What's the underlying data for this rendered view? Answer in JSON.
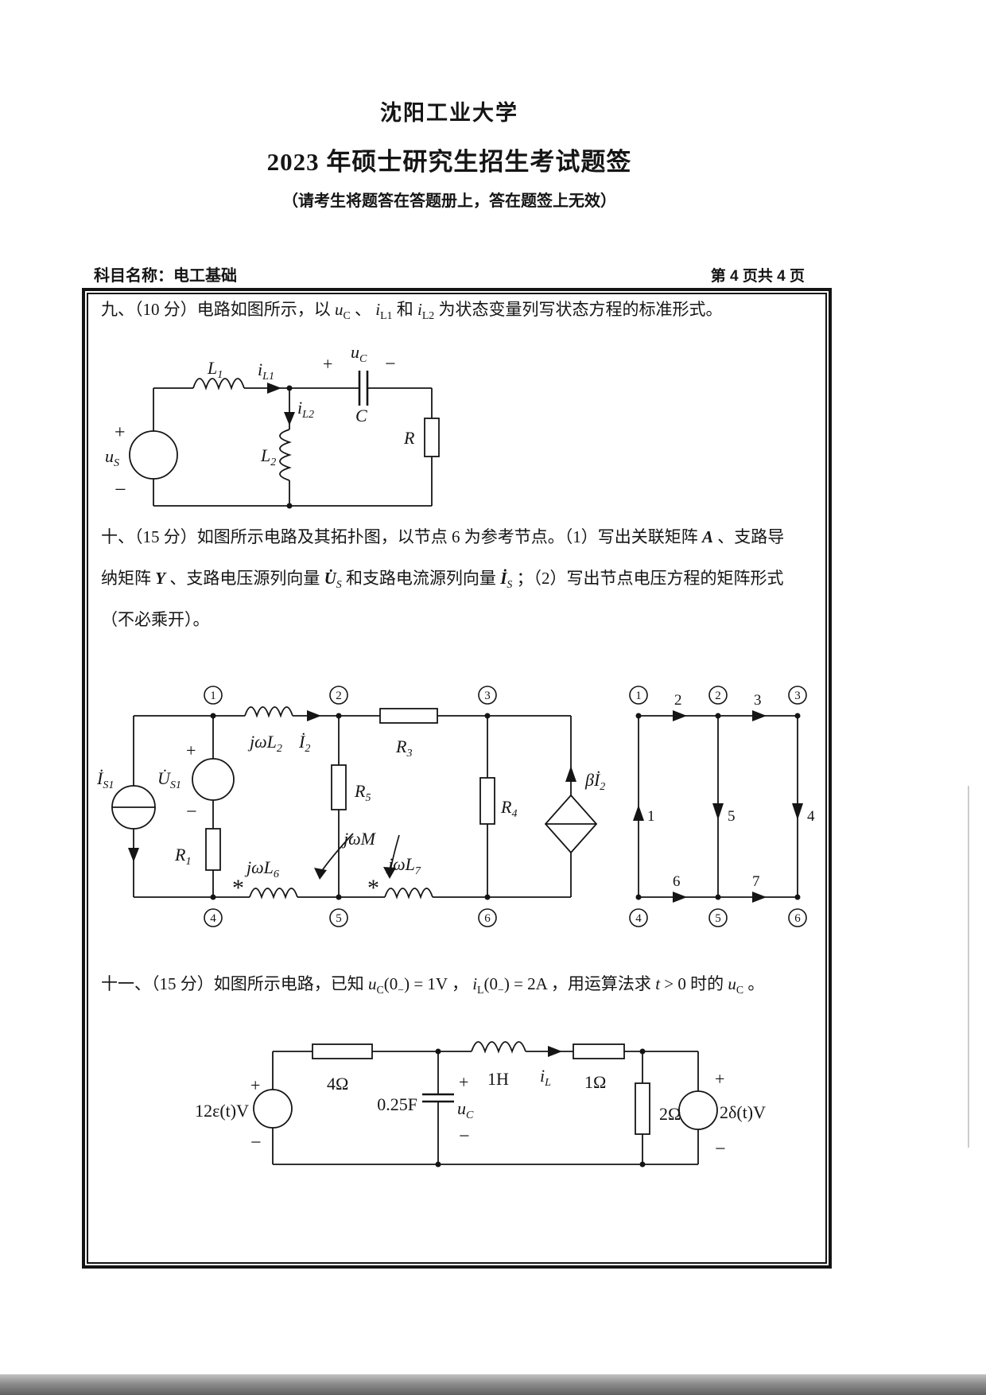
{
  "page": {
    "title": "沈阳工业大学",
    "subtitle": "2023 年硕士研究生招生考试题签",
    "note": "（请考生将题答在答题册上，答在题签上无效）",
    "subject_label": "科目名称：电工基础",
    "page_label": "第 4 页共 4 页"
  },
  "sym": {
    "plus": "+",
    "minus": "−",
    "star": "*"
  },
  "questions": {
    "q9": [
      {
        "t": "九、（10 分）电路如图所示，以 "
      },
      {
        "t": "u",
        "i": true
      },
      {
        "t": "C",
        "sub": true
      },
      {
        "t": " 、 "
      },
      {
        "t": "i",
        "i": true
      },
      {
        "t": "L1",
        "sub": true
      },
      {
        "t": " 和 "
      },
      {
        "t": "i",
        "i": true
      },
      {
        "t": "L2",
        "sub": true
      },
      {
        "t": " 为状态变量列写状态方程的标准形式。"
      }
    ],
    "q10_l1": [
      {
        "t": "十、（15 分）如图所示电路及其拓扑图，以节点 6 为参考节点。（1）写出关联矩阵 "
      },
      {
        "t": "A",
        "i": true,
        "b": true
      },
      {
        "t": " 、支路导"
      }
    ],
    "q10_l2": [
      {
        "t": "纳矩阵 "
      },
      {
        "t": "Y",
        "i": true,
        "b": true
      },
      {
        "t": " 、支路电压源列向量 "
      },
      {
        "t": "U̇",
        "i": true,
        "b": true
      },
      {
        "t": "S",
        "sub": true,
        "i": true
      },
      {
        "t": " 和支路电流源列向量 "
      },
      {
        "t": "İ",
        "i": true,
        "b": true
      },
      {
        "t": "S",
        "sub": true,
        "i": true
      },
      {
        "t": " ；（2）写出节点电压方程的矩阵形式"
      }
    ],
    "q10_l3": [
      {
        "t": "（不必乘开）。"
      }
    ],
    "q11": [
      {
        "t": "十一、（15 分）如图所示电路，已知 "
      },
      {
        "t": "u",
        "i": true
      },
      {
        "t": "C",
        "sub": true
      },
      {
        "t": "(0"
      },
      {
        "t": "−",
        "sub": true
      },
      {
        "t": ") = 1V ， "
      },
      {
        "t": "i",
        "i": true
      },
      {
        "t": "L",
        "sub": true
      },
      {
        "t": "(0"
      },
      {
        "t": "−",
        "sub": true
      },
      {
        "t": ") = 2A ，用运算法求 "
      },
      {
        "t": "t",
        "i": true
      },
      {
        "t": " > 0 时的 "
      },
      {
        "t": "u",
        "i": true
      },
      {
        "t": "C",
        "sub": true
      },
      {
        "t": " 。"
      }
    ]
  },
  "c1": {
    "us_m": "u",
    "us_s": "S",
    "L1_m": "L",
    "L1_s": "1",
    "iL1_m": "i",
    "iL1_s": "L1",
    "iL2_m": "i",
    "iL2_s": "L2",
    "L2_m": "L",
    "L2_s": "2",
    "uc_m": "u",
    "uc_s": "C",
    "cap": "C",
    "R": "R"
  },
  "c2": {
    "is1_m": "İ",
    "is1_s": "S1",
    "us1_m": "U̇",
    "us1_s": "S1",
    "R1_m": "R",
    "R1_s": "1",
    "jwl2_m": "jωL",
    "jwl2_s": "2",
    "i2_m": "İ",
    "i2_s": "2",
    "R3_m": "R",
    "R3_s": "3",
    "R5_m": "R",
    "R5_s": "5",
    "jwm": "jωM",
    "jwl6_m": "jωL",
    "jwl6_s": "6",
    "jwl7_m": "jωL",
    "jwl7_s": "7",
    "R4_m": "R",
    "R4_s": "4",
    "beta_m": "βİ",
    "beta_s": "2"
  },
  "topo": {
    "nodes": [
      "1",
      "2",
      "3",
      "4",
      "5",
      "6"
    ],
    "branches": [
      "1",
      "2",
      "3",
      "4",
      "5",
      "6",
      "7"
    ]
  },
  "c3": {
    "src_left": "12ε(t)V",
    "r_4ohm": "4Ω",
    "cap_F": "0.25F",
    "uc_m": "u",
    "uc_s": "C",
    "ind_H": "1H",
    "iL_m": "i",
    "iL_s": "L",
    "r_1ohm": "1Ω",
    "r_2ohm": "2Ω",
    "src_right": "2δ(t)V"
  },
  "colors": {
    "ink": "#151515",
    "paper": "#ffffff"
  }
}
